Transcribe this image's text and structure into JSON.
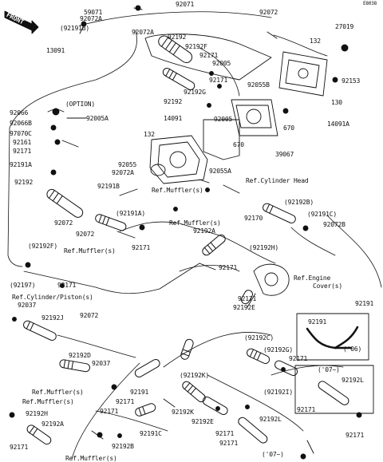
{
  "diagram": {
    "code": "E8038",
    "front_badge": "FRONT",
    "labels": {
      "l59071": "59071",
      "l92072A_top": "92072A",
      "l92071": "92071",
      "l92072_top": "92072",
      "l92191B_top": "(92191B)",
      "l92072A_2": "92072A",
      "l92192": "92192",
      "l92192F_top": "92192F",
      "l132_r": "132",
      "l27019": "27019",
      "l13091": "13091",
      "l92171_a": "92171",
      "l92005_a": "92005",
      "l92153": "92153",
      "l92055B": "92055B",
      "l130": "130",
      "l92192G": "92192G",
      "l92171_b": "92171",
      "l92192_c": "92192",
      "l14091": "14091",
      "l92005_b": "92005",
      "l670_a": "670",
      "l14091A": "14091A",
      "l_option": "(OPTION)",
      "l92066": "92066",
      "l92066B": "92066B",
      "l92005A": "92005A",
      "l97070C": "97070C",
      "l92161": "92161",
      "l92171_c": "92171",
      "l132_m": "132",
      "l670_b": "670",
      "l39067": "39067",
      "l92191A_left": "92191A",
      "l92055": "92055",
      "l92072A_m": "92072A",
      "l92055A": "92055A",
      "l92192_left": "92192",
      "l_refcyl": "Ref.Cylinder Head",
      "l92191B_m": "92191B",
      "l_refmuf1": "Ref.Muffler(s)",
      "l92192B_paren": "(92192B)",
      "l92191A_paren": "(92191A)",
      "l92170": "92170",
      "l92191C_paren": "(92191C)",
      "l92072_m1": "92072",
      "l92072_m2": "92072",
      "l92072B": "92072B",
      "l_refmuf2": "Ref.Muffler(s)",
      "l92192A_m": "92192A",
      "l92171_d": "92171",
      "l92192F_paren": "(92192F)",
      "l_refmuf3": "Ref.Muffler(s)",
      "l92192H_paren": "(92192H)",
      "l92171_e": "92171",
      "l_refengine": "Ref.Engine",
      "l_cover": "Cover(s)",
      "l92197": "(92197)",
      "l92171_f": "92171",
      "l_refpiston": "Ref.Cylinder/Piston(s)",
      "l92037_a": "92037",
      "l92171_g": "92171",
      "l92192E_m": "92192E",
      "l92072_low": "92072",
      "l92192J": "92192J",
      "l92191_box": "92191",
      "l92191_box2": "92191",
      "l_06": "('06)",
      "l92192D": "92192D",
      "l92037_b": "92037",
      "l92192C_paren": "(92192C)",
      "l92192G_paren": "(92192G)",
      "l92171_h": "92171",
      "l92192K_paren": "(92192K)",
      "l92191_m": "92191",
      "l92192I_paren": "(92192I)",
      "l_07a": "('07~)",
      "l92192L_a": "92192L",
      "l_refmuf4": "Ref.Muffler(s)",
      "l_refmuf5": "Ref.Muffler(s)",
      "l92171_i": "92171",
      "l92171_j": "92171",
      "l92192K_b": "92192K",
      "l92192H_b": "92192H",
      "l92192A_b": "92192A",
      "l92192E_b": "92192E",
      "l92171_k": "92171",
      "l92191C_b": "92191C",
      "l92192L_b": "92192L",
      "l92171_l": "92171",
      "l92171_m": "92171",
      "l92192B_b": "92192B",
      "l92171_n": "92171",
      "l92171_o": "92171",
      "l_07b": "('07~)",
      "l_refmuf6": "Ref.Muffler(s)"
    }
  }
}
